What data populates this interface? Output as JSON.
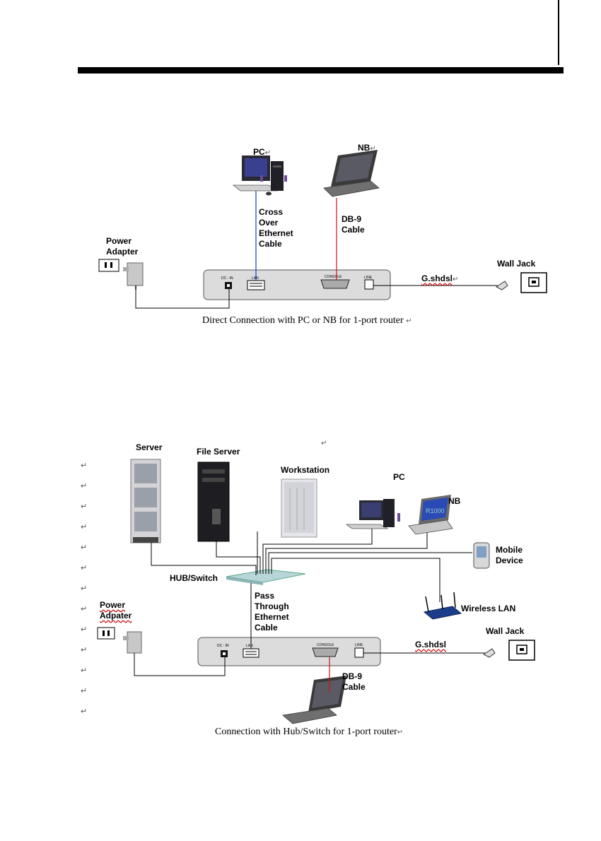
{
  "figure1": {
    "labels": {
      "pc": "PC",
      "nb": "NB",
      "cross_over_cable": "Cross Over Ethernet Cable",
      "db9_cable": "DB-9 Cable",
      "power_adapter": "Power Adapter",
      "gshdsl": "G.shdsl",
      "wall_jack": "Wall Jack",
      "port_dcin": "DC - IN",
      "port_lan": "LAN",
      "port_console": "CONSOLE",
      "port_line": "LINE"
    },
    "caption": "Direct Connection with PC or NB for 1-port router"
  },
  "figure2": {
    "labels": {
      "server": "Server",
      "file_server": "File Server",
      "workstation": "Workstation",
      "pc": "PC",
      "nb": "NB",
      "mobile_device": "Mobile Device",
      "hub_switch": "HUB/Switch",
      "pass_through_cable": "Pass Through Ethernet Cable",
      "wireless_lan": "Wireless LAN",
      "power_adapter": "Power Adpater",
      "wall_jack": "Wall Jack",
      "gshdsl": "G.shdsl",
      "db9_cable": "DB-9 Cable",
      "port_dcin": "DC - IN",
      "port_lan": "LAN",
      "port_console": "CONSOLE",
      "port_line": "LINE",
      "laptop_screen_text": "R1000"
    },
    "caption": "Connection with Hub/Switch for 1-port router"
  },
  "colors": {
    "cable_blue": "#1a35c8",
    "cable_red": "#d01010",
    "router_fill": "#dcdcdc",
    "spellcheck_underline": "#d00000"
  }
}
